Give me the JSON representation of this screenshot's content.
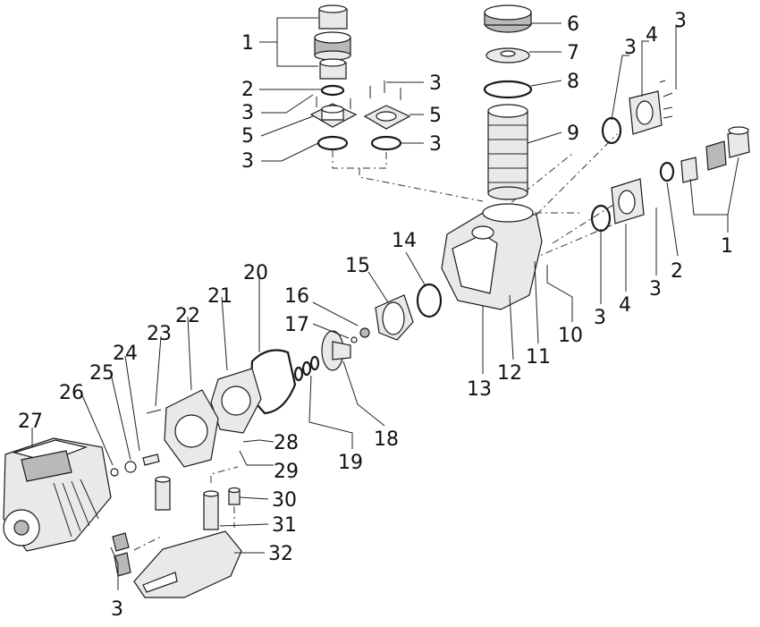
{
  "labels": [
    {
      "id": "c1a",
      "text": "1"
    },
    {
      "id": "c2a",
      "text": "2"
    },
    {
      "id": "c3a",
      "text": "3"
    },
    {
      "id": "c5a",
      "text": "5"
    },
    {
      "id": "c3b",
      "text": "3"
    },
    {
      "id": "c3c",
      "text": "3"
    },
    {
      "id": "c5b",
      "text": "5"
    },
    {
      "id": "c3d",
      "text": "3"
    },
    {
      "id": "c6",
      "text": "6"
    },
    {
      "id": "c7",
      "text": "7"
    },
    {
      "id": "c8",
      "text": "8"
    },
    {
      "id": "c9",
      "text": "9"
    },
    {
      "id": "c3e",
      "text": "3"
    },
    {
      "id": "c4a",
      "text": "4"
    },
    {
      "id": "c3f",
      "text": "3"
    },
    {
      "id": "c1b",
      "text": "1"
    },
    {
      "id": "c2b",
      "text": "2"
    },
    {
      "id": "c3g",
      "text": "3"
    },
    {
      "id": "c4b",
      "text": "4"
    },
    {
      "id": "c3h",
      "text": "3"
    },
    {
      "id": "c10",
      "text": "10"
    },
    {
      "id": "c11",
      "text": "11"
    },
    {
      "id": "c12",
      "text": "12"
    },
    {
      "id": "c13",
      "text": "13"
    },
    {
      "id": "c14",
      "text": "14"
    },
    {
      "id": "c15",
      "text": "15"
    },
    {
      "id": "c16",
      "text": "16"
    },
    {
      "id": "c17",
      "text": "17"
    },
    {
      "id": "c18",
      "text": "18"
    },
    {
      "id": "c19",
      "text": "19"
    },
    {
      "id": "c20",
      "text": "20"
    },
    {
      "id": "c21",
      "text": "21"
    },
    {
      "id": "c22",
      "text": "22"
    },
    {
      "id": "c23",
      "text": "23"
    },
    {
      "id": "c24",
      "text": "24"
    },
    {
      "id": "c25",
      "text": "25"
    },
    {
      "id": "c26",
      "text": "26"
    },
    {
      "id": "c27",
      "text": "27"
    },
    {
      "id": "c28",
      "text": "28"
    },
    {
      "id": "c29",
      "text": "29"
    },
    {
      "id": "c30",
      "text": "30"
    },
    {
      "id": "c31",
      "text": "31"
    },
    {
      "id": "c32",
      "text": "32"
    },
    {
      "id": "c3i",
      "text": "3"
    }
  ]
}
